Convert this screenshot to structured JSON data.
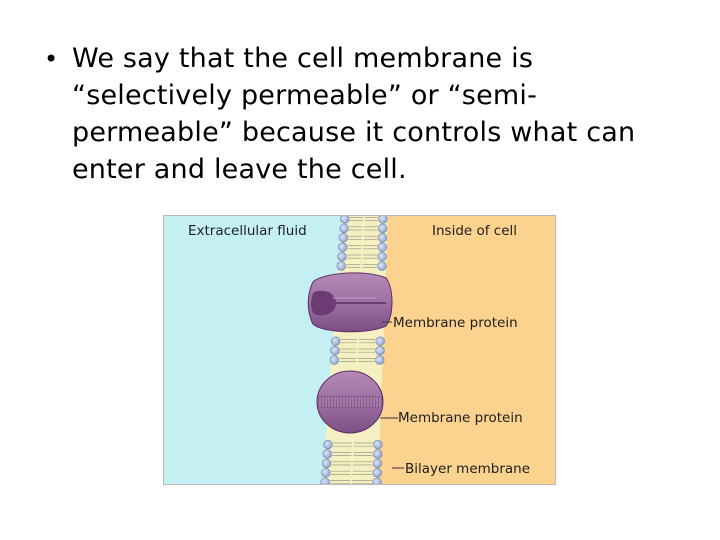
{
  "slide": {
    "bullet_char": "•",
    "bullet_text": "We say that the cell membrane is “selectively permeable” or “semi-permeable” because it controls what can enter and leave the cell."
  },
  "figure": {
    "labels": {
      "extracellular": "Extracellular fluid",
      "inside": "Inside of cell",
      "protein_1": "Membrane protein",
      "protein_2": "Membrane protein",
      "bilayer": "Bilayer membrane"
    },
    "colors": {
      "extracellular_fluid": "#c4f0f4",
      "cytoplasm": "#fcd28f",
      "lipid_head": "#a9bde0",
      "lipid_tail": "#f5f0c2",
      "protein": "#9e6fa3",
      "protein_dark": "#6d3b74"
    }
  }
}
